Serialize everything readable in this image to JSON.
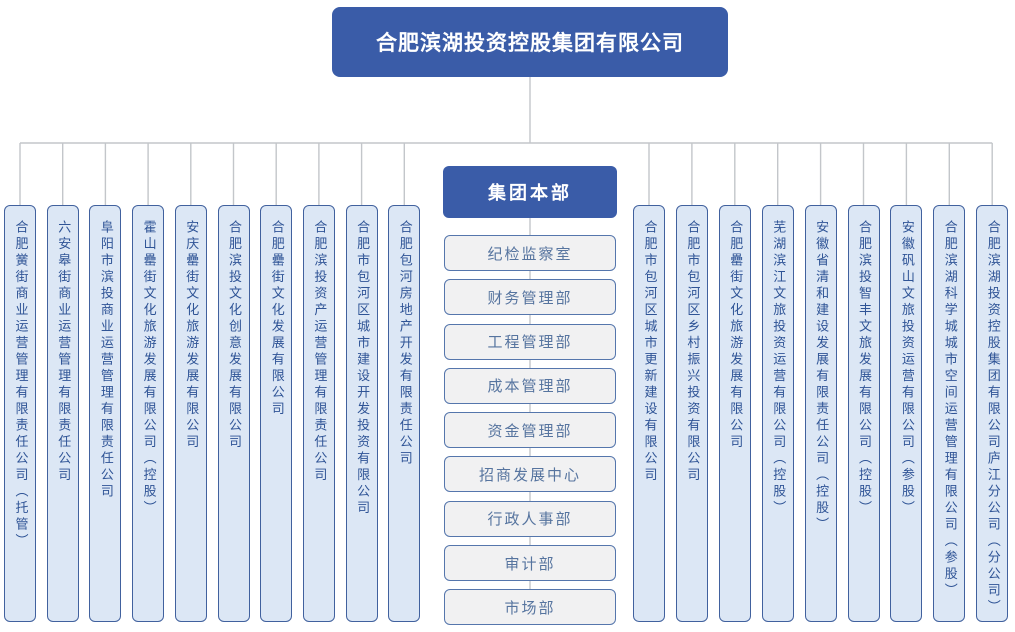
{
  "root": {
    "title": "合肥滨湖投资控股集团有限公司"
  },
  "headquarters": {
    "label": "集团本部",
    "departments": [
      "纪检监察室",
      "财务管理部",
      "工程管理部",
      "成本管理部",
      "资金管理部",
      "招商发展中心",
      "行政人事部",
      "审计部",
      "市场部"
    ]
  },
  "subsidiaries_left": [
    "合肥黉街商业运营管理有限责任公司（托管）",
    "六安皋街商业运营管理有限责任公司",
    "阜阳市滨投商业运营管理有限责任公司",
    "霍山罍街文化旅游发展有限公司（控股）",
    "安庆罍街文化旅游发展有限公司",
    "合肥滨投文化创意发展有限公司",
    "合肥罍街文化发展有限公司",
    "合肥滨投资产运营管理有限责任公司",
    "合肥市包河区城市建设开发投资有限公司",
    "合肥包河房地产开发有限责任公司"
  ],
  "subsidiaries_right": [
    "合肥市包河区城市更新建设有限公司",
    "合肥市包河区乡村振兴投资有限公司",
    "合肥罍街文化旅游发展有限公司",
    "芜湖滨江文旅投资运营有限公司（控股）",
    "安徽省清和建设发展有限责任公司（控股）",
    "合肥滨投智丰文旅发展有限公司（控股）",
    "安徽矾山文旅投资运营有限公司（参股）",
    "合肥滨湖科学城城市空间运营管理有限公司（参股）",
    "合肥滨湖投资控股集团有限公司庐江分公司（分公司）"
  ],
  "colors": {
    "accent": "#3a5ca8",
    "column_fill": "#dce7f5",
    "column_border": "#41619e",
    "department_fill": "#f1f1f2",
    "department_border": "#5576ac",
    "department_text": "#56749f",
    "node_text": "#2f5496",
    "connector_line": "#c3c6ca"
  }
}
